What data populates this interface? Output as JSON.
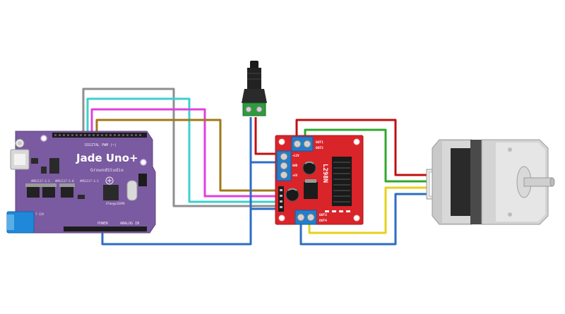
{
  "board": {
    "name": "Jade Uno+",
    "maker": "GroundStudio",
    "label_digital": "DIGITAL PWM (~)",
    "label_power": "POWER",
    "label_analog": "ANALOG IN",
    "label_reg1": "AMS1117-3.3",
    "label_reg2": "AMS1117-5.0",
    "label_reg3": "AMS1117-3.3",
    "label_mcu": "ATmega328PB",
    "label_vin": "7-12V"
  },
  "driver": {
    "name": "L298N",
    "label_out1": "OUT1",
    "label_out2": "OUT2",
    "label_out3": "OUT3",
    "label_out4": "OUT4",
    "label_12v": "+12V",
    "label_gnd": "GND",
    "label_5v": "+5V"
  },
  "colors": {
    "gray": "#8f8f8f",
    "cyan": "#3cd0d0",
    "magenta": "#e040e0",
    "brown": "#a07818",
    "blue": "#2c6cc6",
    "red": "#c01010",
    "green": "#2ea82e",
    "yellow": "#e6d21a",
    "board_purple": "#7a5aa0",
    "driver_red": "#d9242a"
  }
}
